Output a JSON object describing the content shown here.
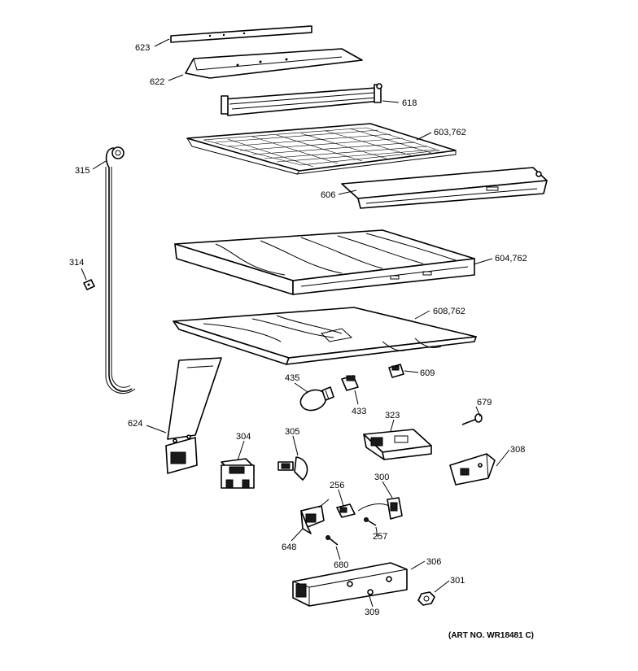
{
  "callouts": {
    "c623": "623",
    "c622": "622",
    "c618": "618",
    "c603": "603,762",
    "c315": "315",
    "c606": "606",
    "c314": "314",
    "c604": "604,762",
    "c608": "608,762",
    "c435": "435",
    "c609": "609",
    "c433": "433",
    "c679": "679",
    "c624": "624",
    "c323": "323",
    "c304": "304",
    "c305": "305",
    "c308": "308",
    "c300": "300",
    "c256": "256",
    "c257": "257",
    "c648": "648",
    "c680": "680",
    "c306": "306",
    "c301": "301",
    "c309": "309"
  },
  "art_number": "(ART NO. WR18481 C)"
}
